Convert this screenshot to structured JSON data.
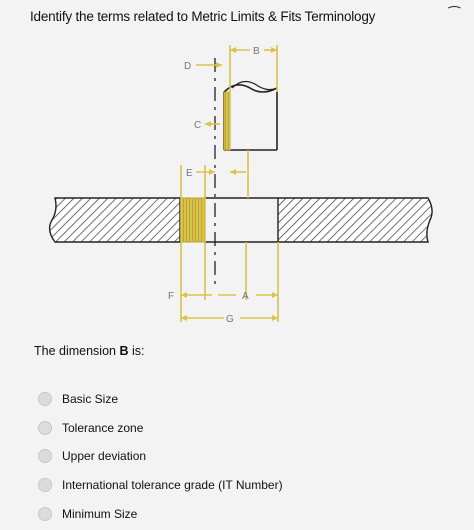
{
  "question_title": "Identify the terms related to Metric Limits & Fits Terminology",
  "corner_mark": "⁀",
  "diagram": {
    "labels": [
      "B",
      "D",
      "C",
      "E",
      "F",
      "A",
      "G"
    ]
  },
  "prompt": {
    "prefix": "The dimension ",
    "bold": "B",
    "suffix": " is:"
  },
  "options": [
    "Basic Size",
    "Tolerance zone",
    "Upper deviation",
    "International tolerance grade (IT Number)",
    "Minimum Size"
  ],
  "colors": {
    "yellow": "#d9c34a",
    "line": "#222222",
    "hatch": "#333333"
  }
}
